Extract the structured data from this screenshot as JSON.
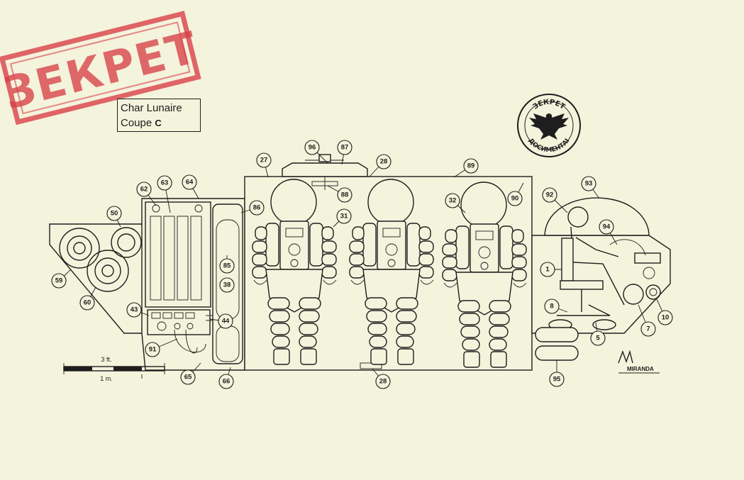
{
  "stamp": {
    "text": "ЗЕКРЕТ",
    "color": "#d94048"
  },
  "title_box": {
    "line1": "Char Lunaire",
    "line2_prefix": "Coupe",
    "line2_letter": "C"
  },
  "seal": {
    "text_top": "ЗЕКРЕТ",
    "text_bottom": "ДОСИМЕНТАІ"
  },
  "scale_bar": {
    "feet_label": "3 ft.",
    "meter_label": "1 m."
  },
  "signature": {
    "text": "MIRANDA"
  },
  "callouts": [
    "96",
    "87",
    "27",
    "28",
    "89",
    "88",
    "62",
    "63",
    "64",
    "90",
    "32",
    "93",
    "92",
    "50",
    "86",
    "31",
    "94",
    "85",
    "1",
    "59",
    "38",
    "60",
    "8",
    "43",
    "44",
    "5",
    "7",
    "10",
    "91",
    "65",
    "66",
    "28",
    "95"
  ],
  "colors": {
    "background": "#f4f3dc",
    "ink": "#1e1e1e"
  }
}
